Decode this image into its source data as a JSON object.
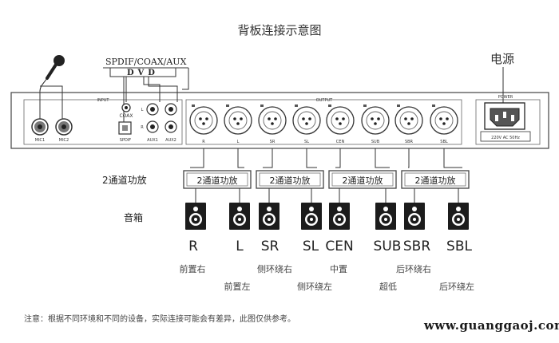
{
  "title": "背板连接示意图",
  "power_title": "电源",
  "spdif_header": "SPDIF/COAX/AUX",
  "dvd_label": "DVD",
  "panel": {
    "input_label": "INPUT",
    "output_label": "OUTPUT",
    "power_label": "POWER",
    "voltage_label": "220V AC 50Hz",
    "coax_label": "COAX",
    "mic1": "MIC1",
    "mic2": "MIC2",
    "spdif": "SPDIF",
    "aux1": "AUX1",
    "aux2": "AUX2",
    "rca_l": "L",
    "rca_r": "R",
    "outputs": [
      "R",
      "L",
      "SR",
      "SL",
      "CEN",
      "SUB",
      "SBR",
      "SBL"
    ]
  },
  "amp_row_label": "2通道功放",
  "amps": [
    "2通道功放",
    "2通道功放",
    "2通道功放",
    "2通道功放"
  ],
  "speaker_row_label": "音箱",
  "channels": [
    {
      "code": "R",
      "cn": "前置右"
    },
    {
      "code": "L",
      "cn": "前置左"
    },
    {
      "code": "SR",
      "cn": "侧环绕右"
    },
    {
      "code": "SL",
      "cn": "侧环绕左"
    },
    {
      "code": "CEN",
      "cn": "中置"
    },
    {
      "code": "SUB",
      "cn": "超低"
    },
    {
      "code": "SBR",
      "cn": "后环绕右"
    },
    {
      "code": "SBL",
      "cn": "后环绕左"
    }
  ],
  "note": "注意：根据不同环境和不同的设备，实际连接可能会有差异，此图仅供参考。",
  "watermark": "www.guanggaoj.com",
  "icons": {
    "microphone": "microphone-icon",
    "speaker": "speaker-icon",
    "xlr": "xlr-connector-icon",
    "rca": "rca-jack-icon",
    "power_socket": "power-socket-icon"
  },
  "colors": {
    "line": "#333333",
    "panel_border": "#444444",
    "amp_box": "#555555"
  }
}
